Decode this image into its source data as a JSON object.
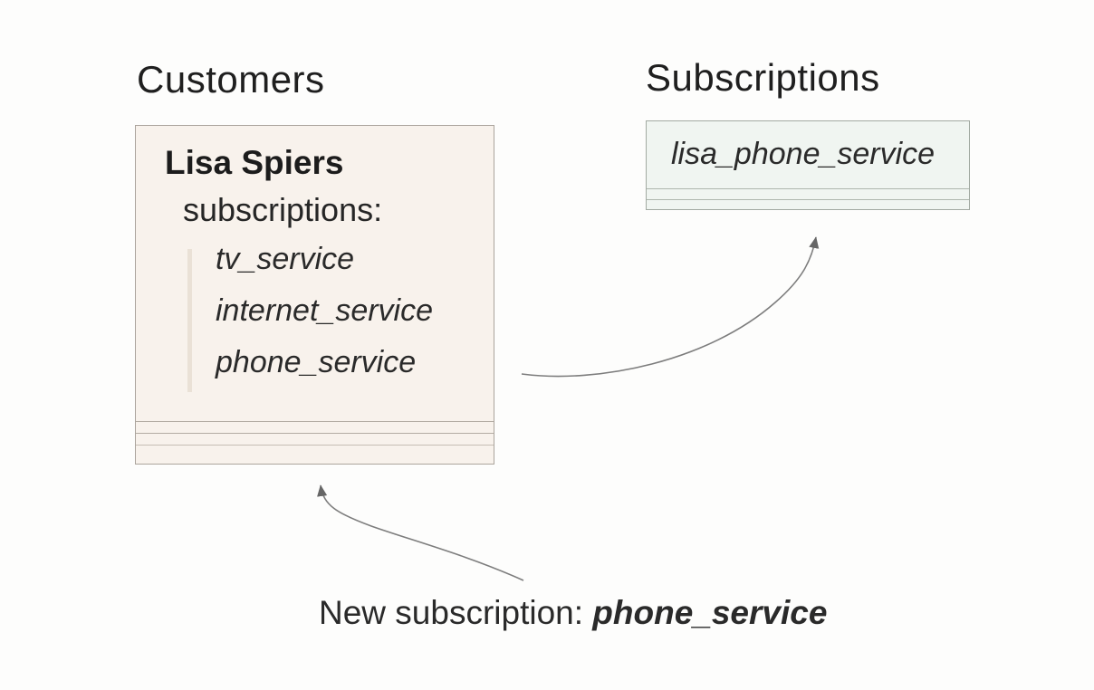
{
  "page": {
    "background": "#fdfdfc"
  },
  "customers": {
    "heading": "Customers",
    "card": {
      "name": "Lisa Spiers",
      "field_label": "subscriptions:",
      "items": [
        "tv_service",
        "internet_service",
        "phone_service"
      ],
      "background": "#f8f2ec",
      "border_color": "#aba49c"
    }
  },
  "subscriptions": {
    "heading": "Subscriptions",
    "card": {
      "item": "lisa_phone_service",
      "background": "#f0f5f1",
      "border_color": "#a2aaa2"
    }
  },
  "annotation": {
    "label": "New subscription: ",
    "value": "phone_service"
  },
  "arrows": {
    "stroke": "#7d7d7d",
    "head": "#666666"
  }
}
